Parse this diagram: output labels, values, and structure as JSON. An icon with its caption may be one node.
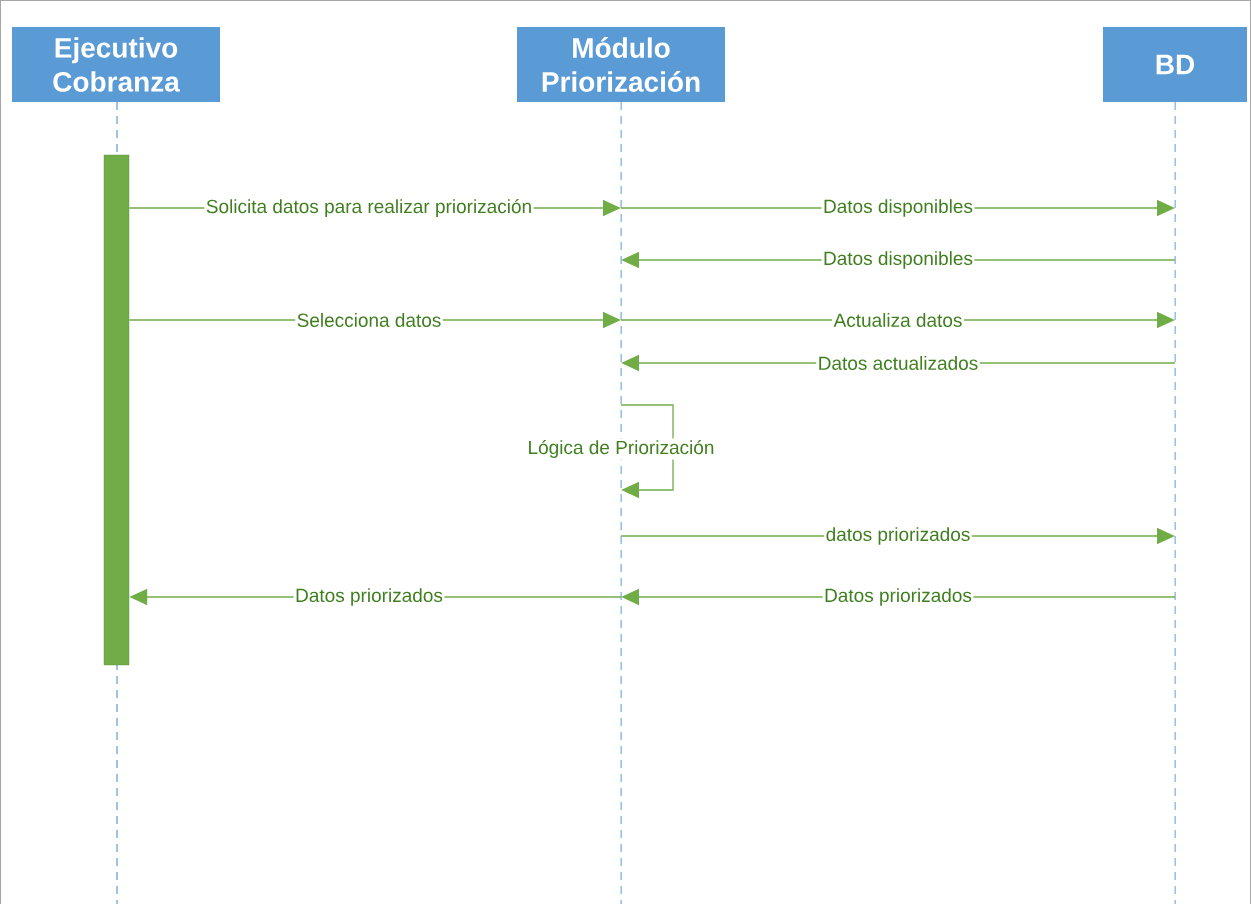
{
  "diagram": {
    "nodes": [
      {
        "text": [
          "Ejecutivo Cobranza"
        ]
      },
      {
        "text": [
          "Módulo Priorización"
        ]
      },
      {
        "text": [
          "BD"
        ]
      },
      {
        "text": [],
        "shape": "bar"
      },
      {
        "text": [],
        "shape": "line"
      },
      {
        "text": [],
        "shape": "line"
      },
      {
        "text": [],
        "shape": "line"
      }
    ],
    "edges": [
      {
        "from": 3,
        "to": 5,
        "arrow": "to",
        "label": "Solicita datos para realizar priorización"
      },
      {
        "from": 5,
        "to": 6,
        "arrow": "to",
        "label": "Datos disponibles"
      },
      {
        "from": 6,
        "to": 5,
        "arrow": "to",
        "label": "Datos disponibles"
      },
      {
        "from": 3,
        "to": 5,
        "arrow": "to",
        "label": "Selecciona datos"
      },
      {
        "from": 5,
        "to": 6,
        "arrow": "to",
        "label": "Actualiza datos"
      },
      {
        "from": 6,
        "to": 5,
        "arrow": "to",
        "label": "Datos actualizados"
      },
      {
        "from": 5,
        "to": 5,
        "arrow": "to",
        "label": "Lógica de Priorización"
      },
      {
        "from": 5,
        "to": 6,
        "arrow": "to",
        "label": "datos priorizados"
      },
      {
        "from": 6,
        "to": 5,
        "arrow": "to",
        "label": "Datos priorizados"
      },
      {
        "from": 5,
        "to": 3,
        "arrow": "to",
        "label": "Datos priorizados"
      }
    ]
  }
}
